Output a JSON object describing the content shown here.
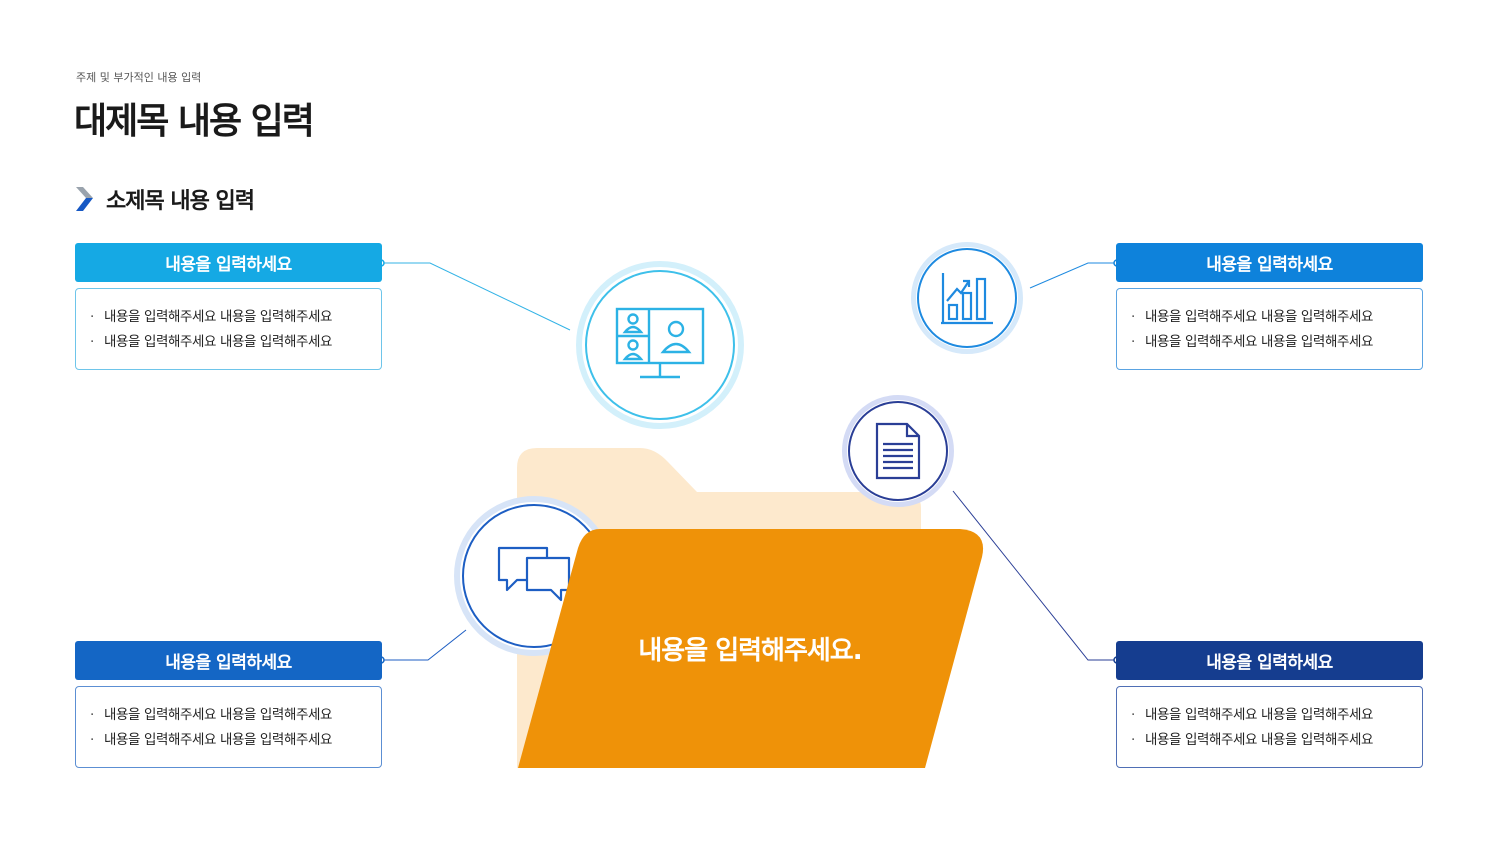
{
  "header": {
    "subtitle": "주제 및 부가적인 내용 입력",
    "title": "대제목 내용 입력"
  },
  "section": {
    "title": "소제목 내용 입력"
  },
  "boxes": [
    {
      "header": "내용을 입력하세요",
      "lines": [
        "내용을 입력해주세요 내용을 입력해주세요",
        "내용을 입력해주세요 내용을 입력해주세요"
      ],
      "color": "#15a9e4",
      "icon": "video-conference-icon"
    },
    {
      "header": "내용을 입력하세요",
      "lines": [
        "내용을 입력해주세요 내용을 입력해주세요",
        "내용을 입력해주세요 내용을 입력해주세요"
      ],
      "color": "#0e82db",
      "icon": "bar-chart-growth-icon"
    },
    {
      "header": "내용을 입력하세요",
      "lines": [
        "내용을 입력해주세요 내용을 입력해주세요",
        "내용을 입력해주세요 내용을 입력해주세요"
      ],
      "color": "#1466c5",
      "icon": "chat-bubbles-icon"
    },
    {
      "header": "내용을 입력하세요",
      "lines": [
        "내용을 입력해주세요 내용을 입력해주세요",
        "내용을 입력해주세요 내용을 입력해주세요"
      ],
      "color": "#153d8f",
      "icon": "document-icon"
    }
  ],
  "folder": {
    "text": "내용을 입력해주세요.",
    "front_color": "#ef9208",
    "back_color": "#fde9cd",
    "icon": "folder-icon"
  },
  "bullet": "·"
}
